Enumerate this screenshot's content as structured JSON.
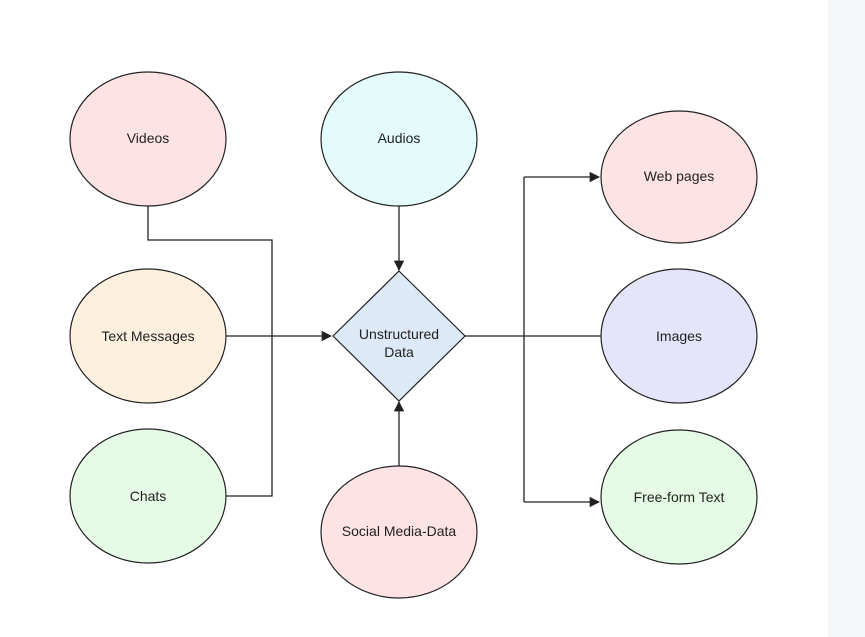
{
  "diagram": {
    "center": {
      "label_line1": "Unstructured",
      "label_line2": "Data",
      "fill": "#dde9f8"
    },
    "nodes": {
      "videos": {
        "label": "Videos",
        "fill": "#fde3e3"
      },
      "audios": {
        "label": "Audios",
        "fill": "#e3fbfb"
      },
      "web_pages": {
        "label": "Web pages",
        "fill": "#fde3e3"
      },
      "text_messages": {
        "label": "Text Messages",
        "fill": "#fdf0df"
      },
      "images": {
        "label": "Images",
        "fill": "#e4e4fb"
      },
      "chats": {
        "label": "Chats",
        "fill": "#e5fbe5"
      },
      "social_media_data": {
        "label": "Social Media-Data",
        "fill": "#fde3e3"
      },
      "free_form_text": {
        "label": "Free-form Text",
        "fill": "#e5fbe5"
      }
    },
    "stroke_color": "#222222"
  }
}
